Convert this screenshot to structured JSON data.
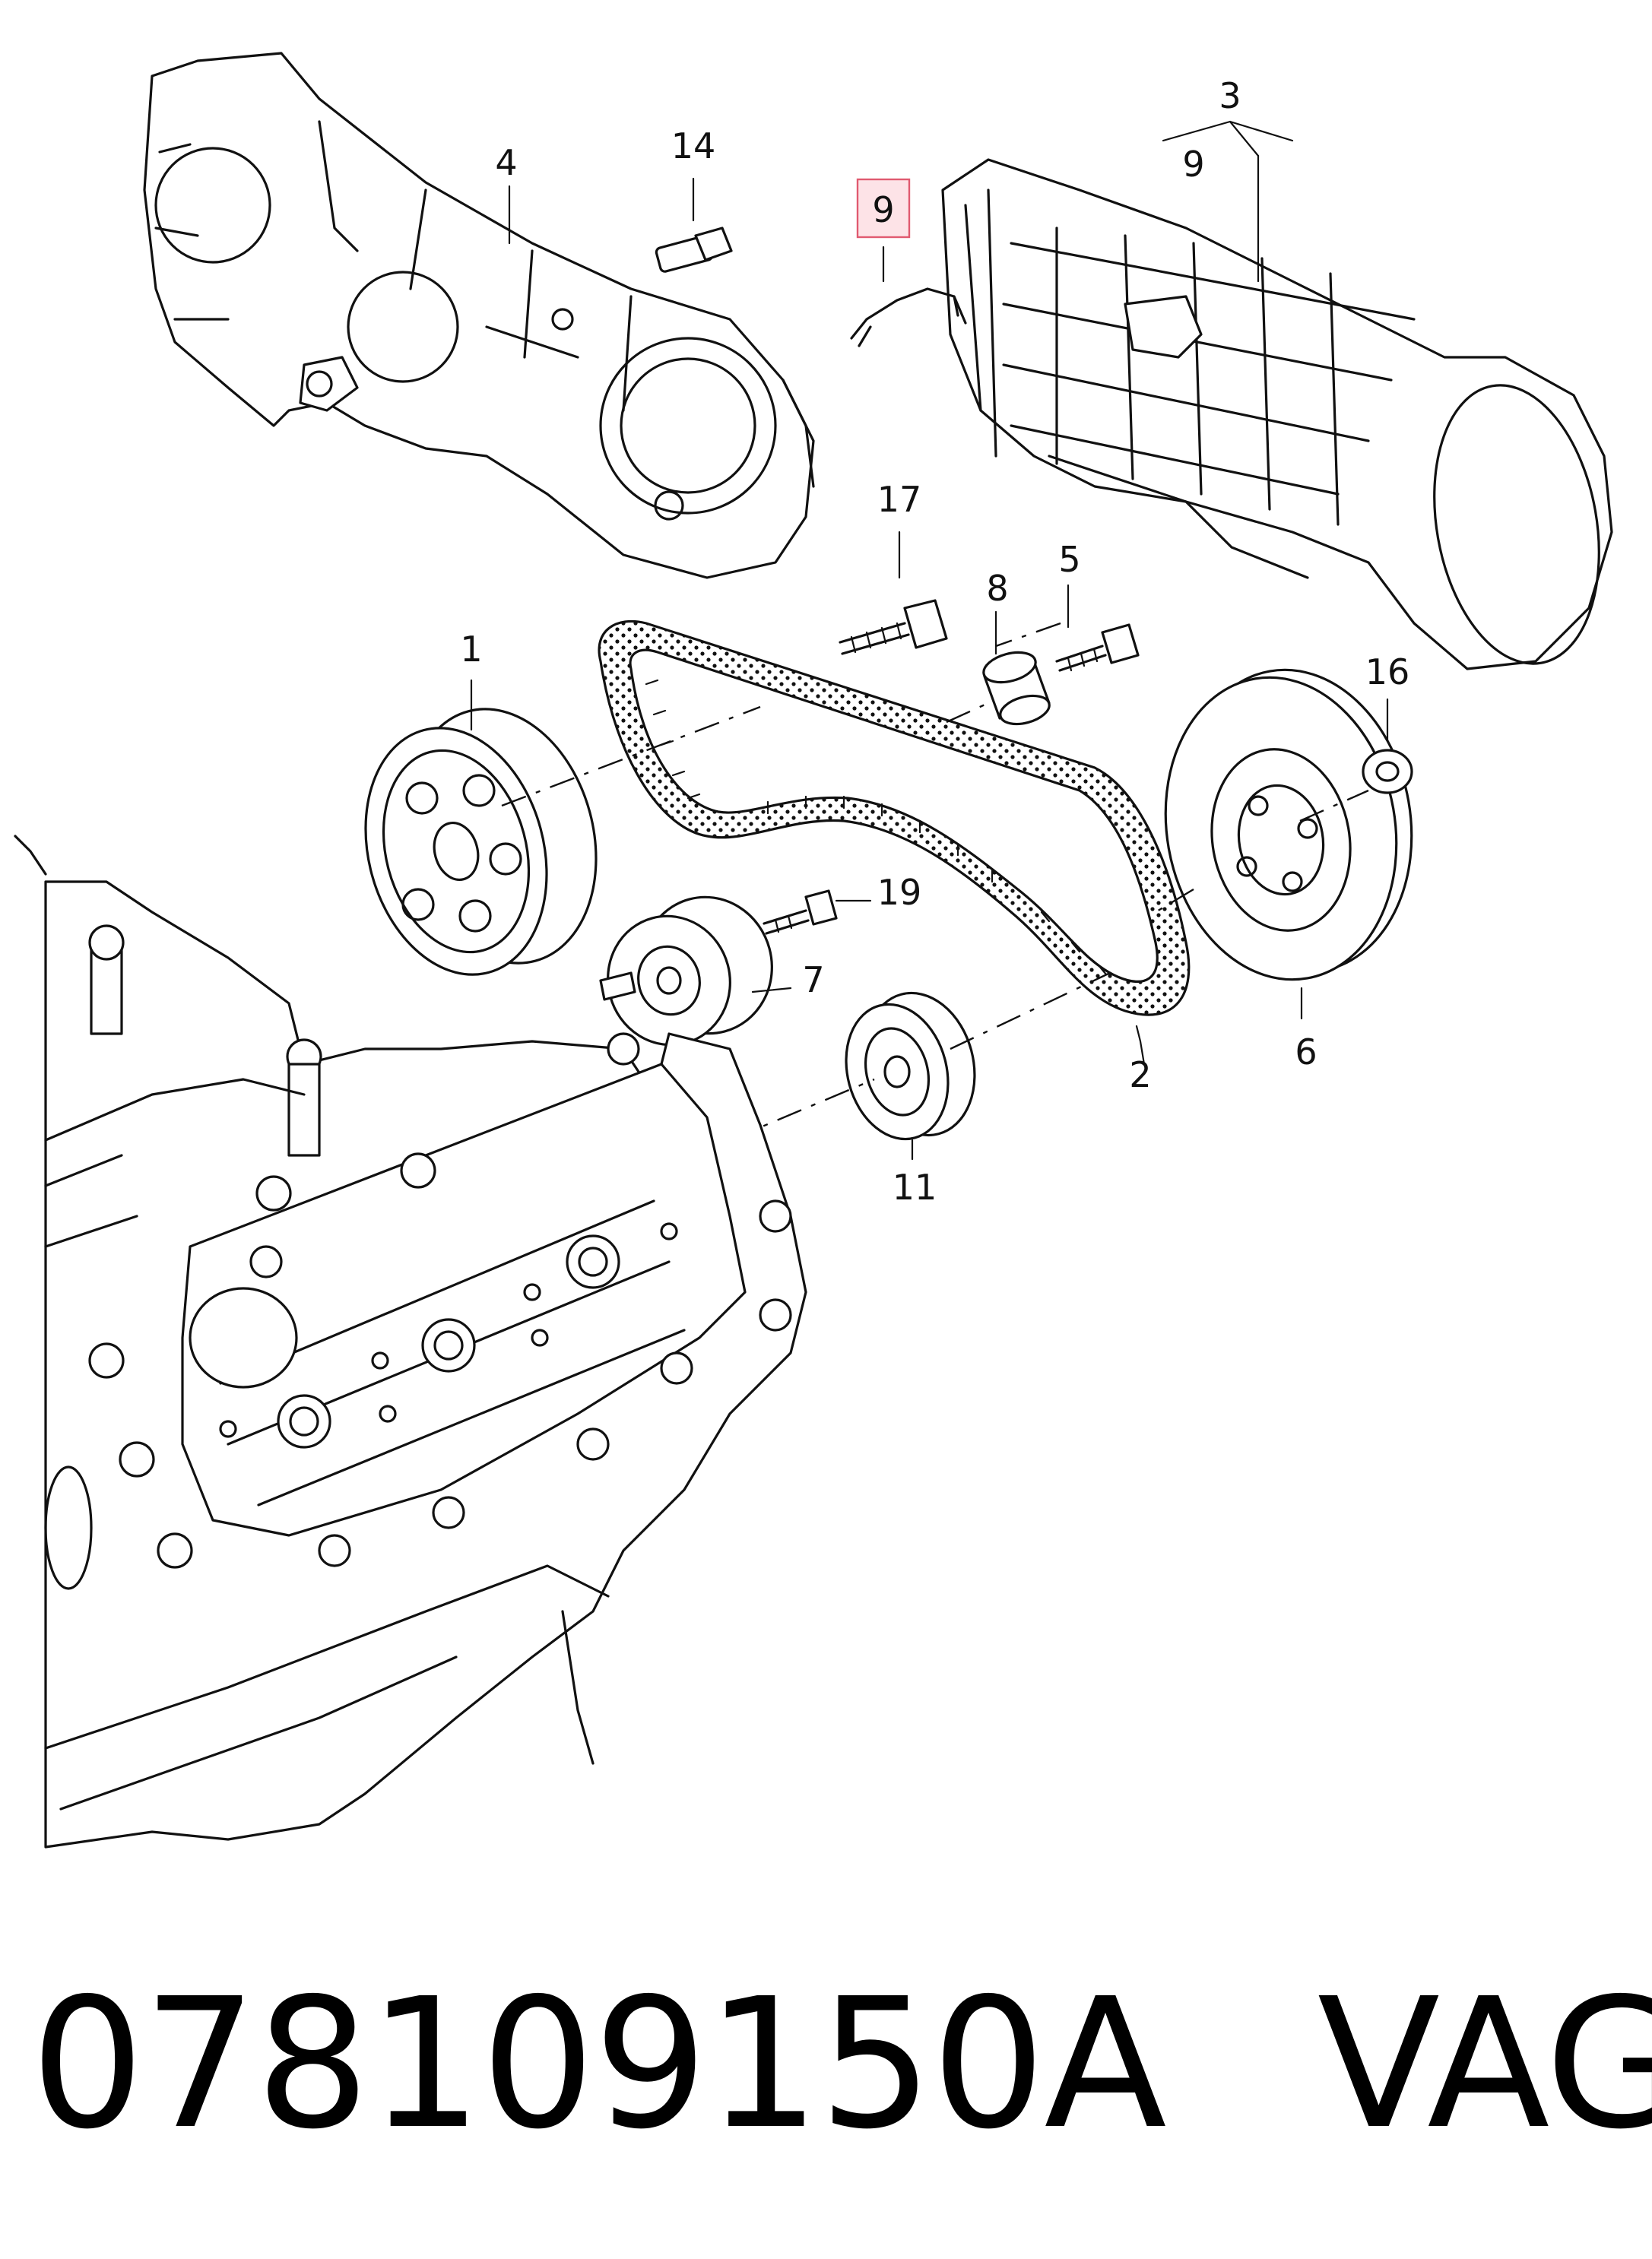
{
  "callouts": [
    {
      "id": "c1",
      "label": "1"
    },
    {
      "id": "c2",
      "label": "2"
    },
    {
      "id": "c3",
      "label": "3"
    },
    {
      "id": "c3sub",
      "label": "9"
    },
    {
      "id": "c4",
      "label": "4"
    },
    {
      "id": "c5",
      "label": "5"
    },
    {
      "id": "c6",
      "label": "6"
    },
    {
      "id": "c7",
      "label": "7"
    },
    {
      "id": "c8",
      "label": "8"
    },
    {
      "id": "c9",
      "label": "9"
    },
    {
      "id": "c11",
      "label": "11"
    },
    {
      "id": "c14",
      "label": "14"
    },
    {
      "id": "c16",
      "label": "16"
    },
    {
      "id": "c17",
      "label": "17"
    },
    {
      "id": "c19",
      "label": "19"
    }
  ],
  "highlighted_callout": "9",
  "colors": {
    "highlight_fill": "#fde3e7",
    "highlight_border": "#e05a70",
    "line": "#111111"
  },
  "caption": {
    "part_number": "078109150A",
    "brand": "VAG"
  }
}
